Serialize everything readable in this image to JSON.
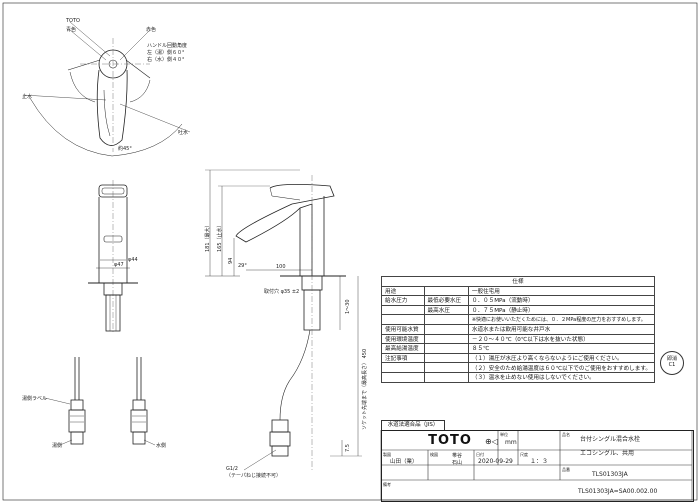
{
  "top_view": {
    "label_brand": "TOTO",
    "label_blue": "青色",
    "label_red": "赤色",
    "label_handle_angle": "ハンドル回動角度",
    "label_cold_angle": "左（湯）側６０°",
    "label_hot_angle": "右（水）側４０°",
    "label_water": "吐水",
    "label_stop": "止水",
    "label_rotate": "約45°"
  },
  "front_view": {
    "dim_44": "φ44",
    "dim_47": "φ47"
  },
  "side_view": {
    "dim_181": "181（最大）",
    "dim_165": "165（止水）",
    "dim_94": "94",
    "dim_29": "29°",
    "dim_100": "100",
    "dim_35": "取付穴 φ35 ±2",
    "dim_1_30": "1～30",
    "dim_hose": "ソケット先端まで（最高長さ） 450",
    "dim_7_5": "7.5",
    "thread": "G1/2",
    "thread_note": "（テーパねじ接続不可）"
  },
  "lower_view": {
    "label_hot_label": "湯側ラベル",
    "label_hot": "湯側",
    "label_cold": "水側"
  },
  "spec": {
    "header": "仕様",
    "rows": [
      {
        "k1": "用途",
        "k2": "",
        "v": "一般住宅用"
      },
      {
        "k1": "給水圧力",
        "k2": "最低必要水圧",
        "v": "０．０５MPa（流動時）"
      },
      {
        "k1": "",
        "k2": "最高水圧",
        "v": "０．７５MPa（静止時）"
      },
      {
        "k1": "",
        "k2": "",
        "v": "※快適にお使いいただくためには、０．２MPa程度の圧力をおすすめします。"
      },
      {
        "k1": "使用可能水質",
        "k2": "",
        "v": "水道水または飲用可能な井戸水"
      },
      {
        "k1": "使用環境温度",
        "k2": "",
        "v": "－２０～４０℃（0℃以下は水を抜いた状態）"
      },
      {
        "k1": "最高給湯温度",
        "k2": "",
        "v": "８５℃"
      },
      {
        "k1": "注記事項",
        "k2": "",
        "v": "（１）湯圧が水圧より高くならないようにご使用ください。"
      },
      {
        "k1": "",
        "k2": "",
        "v": "（２）安全のため給湯温度は６０℃以下でのご使用をおすすめします。"
      },
      {
        "k1": "",
        "k2": "",
        "v": "（３）温水を止めない使用はしないでください。"
      }
    ]
  },
  "badge": {
    "line1": "即消",
    "line2": "C1"
  },
  "title_block": {
    "jis": "水道法適合品（JIS）",
    "brand": "TOTO",
    "scale_unit_label": "単位",
    "unit": "mm",
    "name_label": "品名",
    "name": "台付シングル混合水栓",
    "subtitle": "エコシングル、共用",
    "draw_label": "製図",
    "draw": "山田（業）",
    "check_label": "検図",
    "check_a": "帯谷",
    "check_b": "石山",
    "date_label": "日付",
    "date": "2020-09-29",
    "scale_label": "尺度",
    "scale": "１：３",
    "code_label": "品番",
    "code": "TLS01303JA",
    "remarks_label": "備考",
    "drawing_no": "TLS01303JA=SA00.002.00"
  },
  "colors": {
    "line": "#222222",
    "center": "#555555",
    "dim": "#333333"
  }
}
